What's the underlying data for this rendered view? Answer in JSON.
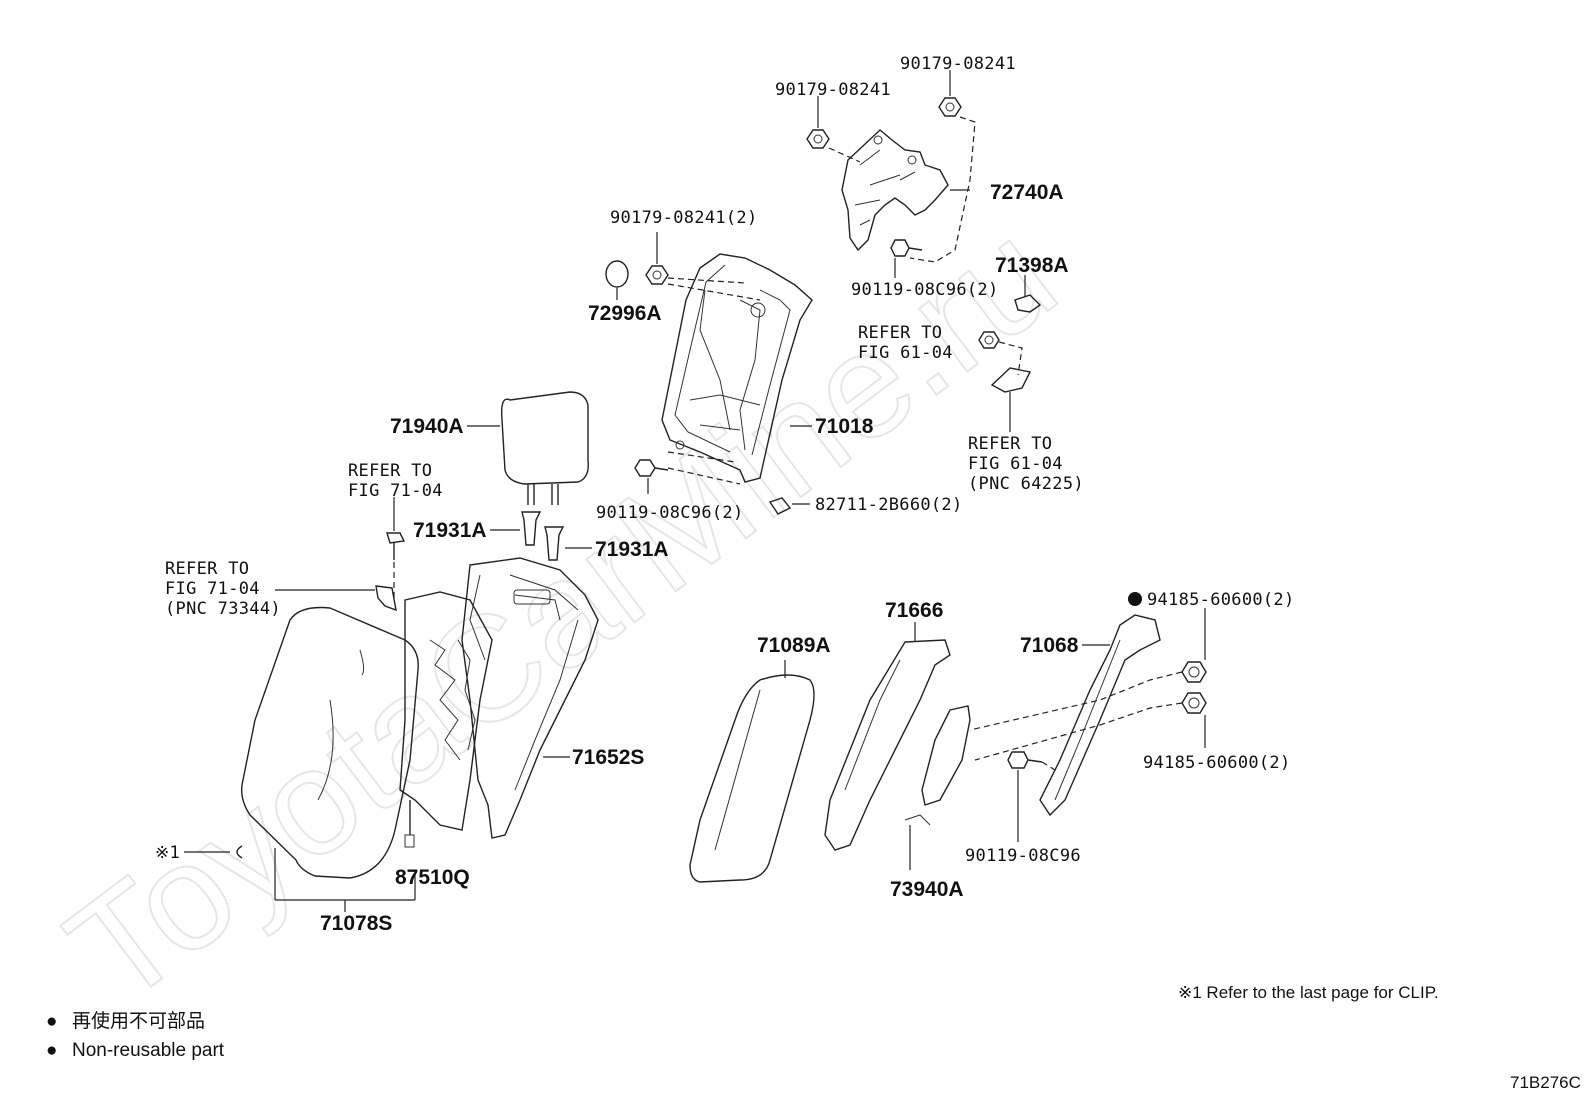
{
  "watermark": "ToyotaCarMine.ru",
  "diagram_code": "71B276C",
  "footnote": "※1 Refer to the last page for CLIP.",
  "legend": {
    "bullet": "●",
    "line1": "再使用不可部品",
    "line2": "Non-reusable part"
  },
  "labels": {
    "p90179_08241_a": "90179-08241",
    "p90179_08241_b": "90179-08241",
    "p72740A": "72740A",
    "p90119_08C96_2_top": "90119-08C96(2)",
    "p71398A": "71398A",
    "p90179_08241_2": "90179-08241(2)",
    "p72996A": "72996A",
    "refer_6104_a_l1": "REFER TO",
    "refer_6104_a_l2": "FIG 61-04",
    "refer_6104_b_l1": "REFER TO",
    "refer_6104_b_l2": "FIG 61-04",
    "refer_6104_b_l3": "(PNC 64225)",
    "p71940A": "71940A",
    "p71018": "71018",
    "refer_7104_a_l1": "REFER TO",
    "refer_7104_a_l2": "FIG 71-04",
    "p90119_08C96_2_mid": "90119-08C96(2)",
    "p82711": "82711-2B660(2)",
    "p71931A_a": "71931A",
    "p71931A_b": "71931A",
    "refer_7104_b_l1": "REFER TO",
    "refer_7104_b_l2": "FIG 71-04",
    "refer_7104_b_l3": "(PNC 73344)",
    "p94185_a": "94185-60600(2)",
    "p71666": "71666",
    "p71068": "71068",
    "p71089A": "71089A",
    "p71652S": "71652S",
    "p94185_b": "94185-60600(2)",
    "p90119_08C96": "90119-08C96",
    "clip_note": "※1",
    "p87510Q": "87510Q",
    "p73940A": "73940A",
    "p71078S": "71078S"
  }
}
